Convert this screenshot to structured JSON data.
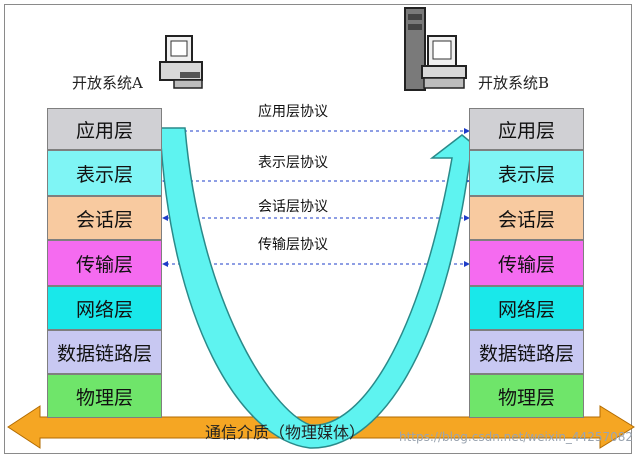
{
  "system_a": {
    "label": "开放系统A"
  },
  "system_b": {
    "label": "开放系统B"
  },
  "layers": [
    {
      "label": "应用层",
      "color": "#d0d0d4"
    },
    {
      "label": "表示层",
      "color": "#7ff5f5"
    },
    {
      "label": "会话层",
      "color": "#f8caa0"
    },
    {
      "label": "传输层",
      "color": "#f56bf0"
    },
    {
      "label": "网络层",
      "color": "#19e8ea"
    },
    {
      "label": "数据链路层",
      "color": "#c8c8f2"
    },
    {
      "label": "物理层",
      "color": "#6fe56a"
    }
  ],
  "protocols": [
    {
      "label": "应用层协议"
    },
    {
      "label": "表示层协议"
    },
    {
      "label": "会话层协议"
    },
    {
      "label": "传输层协议"
    }
  ],
  "medium": {
    "label": "通信介质（物理媒体）",
    "color": "#f5a623"
  },
  "flow_color": "#5ef3f0",
  "watermark": "https://blog.csdn.net/weixin_44257082"
}
